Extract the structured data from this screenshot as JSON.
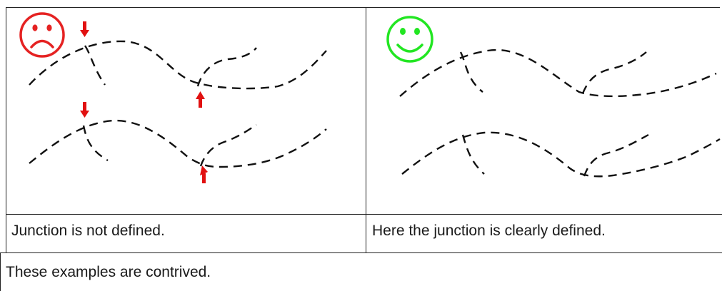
{
  "top_fragment": "",
  "left_caption": "Junction is not defined.",
  "right_caption": "Here the junction is clearly defined.",
  "footer_note": "These examples are contrived.",
  "colors": {
    "sad_face": "#e52222",
    "happy_face": "#22e622",
    "arrow": "#e11111",
    "line": "#111111",
    "border": "#222222"
  },
  "icons": {
    "left_face": "sad-face-icon",
    "right_face": "happy-face-icon",
    "markers": "red-arrow-icon"
  }
}
